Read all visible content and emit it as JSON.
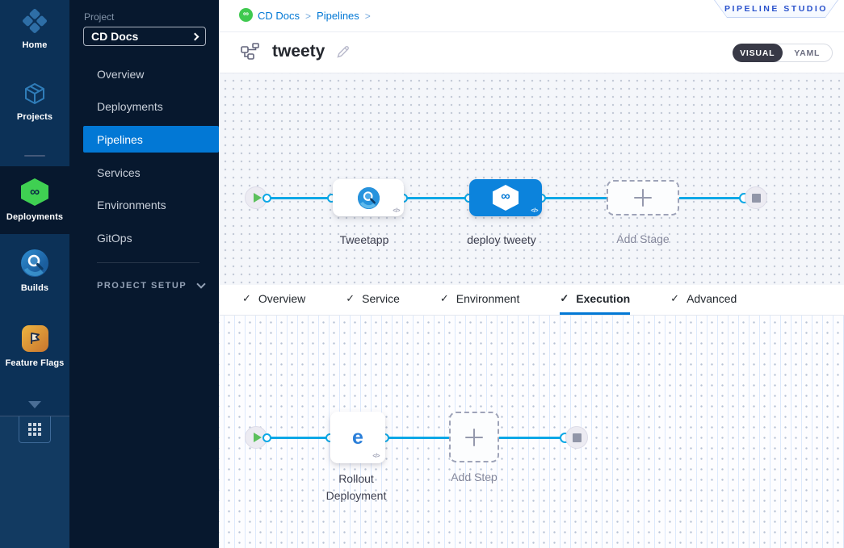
{
  "rail": {
    "items": [
      {
        "label": "Home"
      },
      {
        "label": "Projects"
      },
      {
        "label": "Deployments",
        "active": true
      },
      {
        "label": "Builds"
      },
      {
        "label": "Feature Flags"
      }
    ]
  },
  "subnav": {
    "project_label": "Project",
    "project_name": "CD Docs",
    "items": [
      {
        "label": "Overview"
      },
      {
        "label": "Deployments"
      },
      {
        "label": "Pipelines",
        "active": true
      },
      {
        "label": "Services"
      },
      {
        "label": "Environments"
      },
      {
        "label": "GitOps"
      }
    ],
    "setup_label": "PROJECT SETUP"
  },
  "header": {
    "breadcrumb": {
      "project": "CD Docs",
      "section": "Pipelines",
      "separator": ">"
    },
    "studio_badge": "PIPELINE STUDIO",
    "pipeline_title": "tweety",
    "mode_toggle": {
      "visual": "VISUAL",
      "yaml": "YAML"
    }
  },
  "stage_canvas": {
    "stages": [
      {
        "name": "Tweetapp",
        "type": "ci"
      },
      {
        "name": "deploy tweety",
        "type": "cd",
        "selected": true
      }
    ],
    "add_stage_label": "Add Stage",
    "code_tag": "</>"
  },
  "tabs": {
    "check": "✓",
    "items": [
      {
        "label": "Overview",
        "checked": true
      },
      {
        "label": "Service",
        "checked": true
      },
      {
        "label": "Environment",
        "checked": true
      },
      {
        "label": "Execution",
        "checked": true,
        "active": true
      },
      {
        "label": "Advanced",
        "checked": true
      }
    ]
  },
  "step_canvas": {
    "steps": [
      {
        "name_line1": "Rollout",
        "name_line2": "Deployment"
      }
    ],
    "add_step_label": "Add Step",
    "code_tag": "</>"
  },
  "glyphs": {
    "infinity": "∞",
    "rollout_e": "e"
  },
  "colors": {
    "accent_blue": "#0278D5",
    "line_blue": "#0AA7E6",
    "rail_bg": "#0C3157",
    "subnav_bg": "#07182E",
    "green": "#3FC94F",
    "selected_stage": "#0C83DC"
  }
}
